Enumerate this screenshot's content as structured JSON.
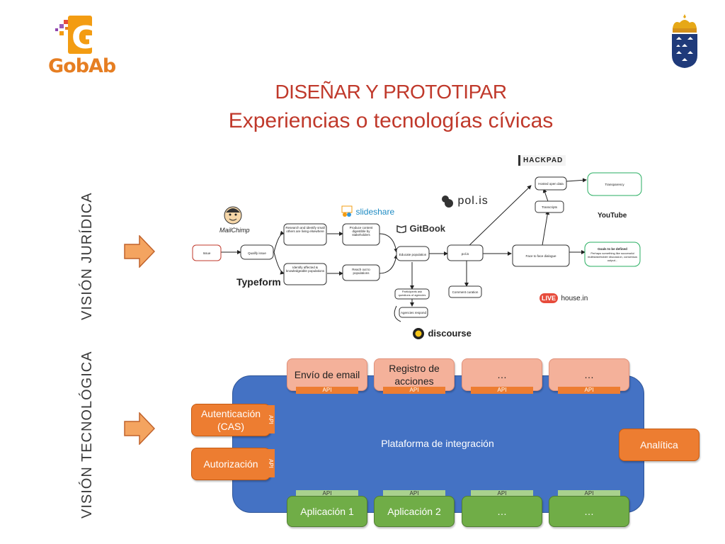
{
  "header": {
    "title": "DISEÑAR Y PROTOTIPAR",
    "subtitle": "Experiencias o tecnologías cívicas",
    "logo_text": "GobAb"
  },
  "side_labels": {
    "juridica": "VISIÓN JURÍDICA",
    "tecnologica": "VISIÓN TECNOLÓGICA"
  },
  "flow": {
    "nodes": {
      "issue": "Issue",
      "qualify": "Qualify issue",
      "research": "Research and identify small others are living elsewhere",
      "identify": "Identify affected & knowledgeable populations",
      "produce": "Produce content digestible by stakeholders",
      "reach": "Reach out to populations",
      "educate": "Educate population",
      "participants": "Participants ask questions of agencies",
      "agencies": "Agencies respond",
      "polis": "pol.is",
      "comment": "Comment curation",
      "hosted": "Hosted open data",
      "transcripts": "Transcripts",
      "face": "Face to face dialogue",
      "transparency": "Transparency",
      "goals_title": "Goals to be defined",
      "goals_body": "Perhaps something like successful multistakeholder discussion, consensus output..."
    },
    "brands": {
      "mailchimp": "MailChimp",
      "typeform": "Typeform",
      "slideshare": "slideshare",
      "gitbook": "GitBook",
      "polis": "pol.is",
      "hackpad": "HACKPAD",
      "youtube": "YouTube",
      "livehouse": "house.in",
      "live": "LIVE",
      "discourse": "discourse"
    }
  },
  "integration": {
    "platform_label": "Plataforma de integración",
    "api_label": "API",
    "services": [
      "Envío de email",
      "Registro de acciones",
      "…",
      "…"
    ],
    "apps": [
      "Aplicación 1",
      "Aplicación 2",
      "…",
      "…"
    ],
    "left": [
      "Autenticación (CAS)",
      "Autorización"
    ],
    "right": "Analítica"
  },
  "colors": {
    "title": "#c0392b",
    "platform": "#4472c4",
    "service": "#f4b19a",
    "api_orange": "#ed7d31",
    "app_green": "#70ad47",
    "api_green": "#a9d18e",
    "arrow_fill": "#f4a460"
  }
}
